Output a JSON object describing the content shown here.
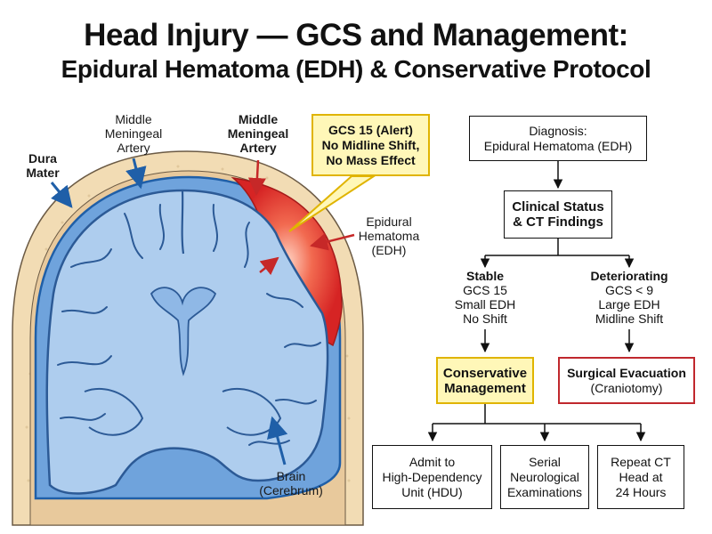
{
  "title": {
    "line1": "Head Injury — GCS and Management:",
    "line2": "Epidural Hematoma (EDH) & Conservative Protocol"
  },
  "anatomy": {
    "dura_mater": [
      "Dura",
      "Mater"
    ],
    "mma_left": [
      "Middle",
      "Meningeal",
      "Artery"
    ],
    "mma_right": [
      "Middle",
      "Meningeal",
      "Artery"
    ],
    "edh": [
      "Epidural",
      "Hematoma",
      "(EDH)"
    ],
    "brain": [
      "Brain",
      "(Cerebrum)"
    ],
    "callout": [
      "GCS 15 (Alert)",
      "No Midline Shift,",
      "No Mass Effect"
    ]
  },
  "flow": {
    "diagnosis": [
      "Diagnosis:",
      "Epidural Hematoma (EDH)"
    ],
    "clinical": [
      "Clinical Status",
      "& CT Findings"
    ],
    "stable": {
      "heading": "Stable",
      "lines": [
        "GCS 15",
        "Small EDH",
        "No Shift"
      ]
    },
    "deteriorating": {
      "heading": "Deteriorating",
      "lines": [
        "GCS < 9",
        "Large EDH",
        "Midline Shift"
      ]
    },
    "conservative": [
      "Conservative",
      "Management"
    ],
    "surgical": [
      "Surgical Evacuation",
      "(Craniotomy)"
    ],
    "outcomes": [
      [
        "Admit to",
        "High-Dependency",
        "Unit (HDU)"
      ],
      [
        "Serial",
        "Neurological",
        "Examinations"
      ],
      [
        "Repeat CT",
        "Head at",
        "24 Hours"
      ]
    ]
  },
  "colors": {
    "bone": "#f2dcb4",
    "brain_fill": "#aecdee",
    "brain_stroke": "#2c5a96",
    "hematoma": "#d62424",
    "callout_fill": "#fff7b8",
    "callout_border": "#e0b400",
    "surgical_border": "#c0282d"
  }
}
